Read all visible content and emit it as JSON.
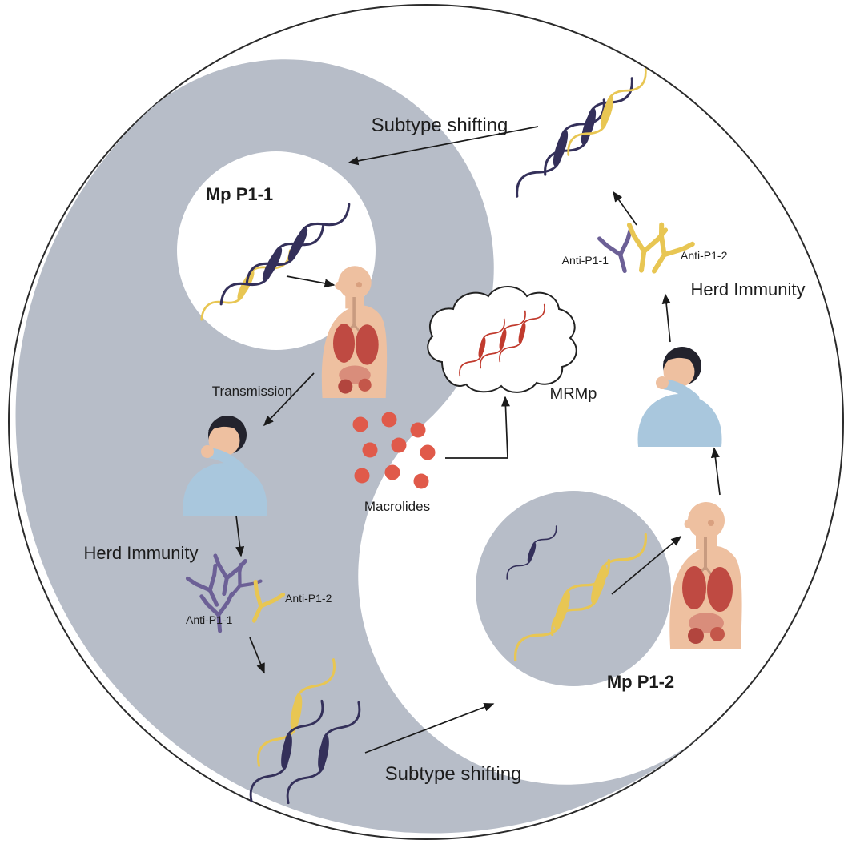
{
  "diagram": {
    "labels": {
      "subtype_shifting_top": "Subtype shifting",
      "mp_p1_1": "Mp P1-1",
      "transmission": "Transmission",
      "herd_immunity_left": "Herd Immunity",
      "anti_p1_1_left": "Anti-P1-1",
      "anti_p1_2_left": "Anti-P1-2",
      "subtype_shifting_bottom": "Subtype shifting",
      "mp_p1_2": "Mp P1-2",
      "mrmp": "MRMp",
      "macrolides": "Macrolides",
      "anti_p1_1_right": "Anti-P1-1",
      "anti_p1_2_right": "Anti-P1-2",
      "herd_immunity_right": "Herd Immunity"
    },
    "colors": {
      "yin_gray": "#b7bdc8",
      "background": "#ffffff",
      "circle_outline": "#2b2b2b",
      "bacteria_navy": "#34305a",
      "bacteria_yellow": "#e8c653",
      "bacteria_red": "#c13b2e",
      "antibody_purple": "#6c6096",
      "antibody_yellow": "#e8c653",
      "macrolide_dot": "#e05a4a",
      "skin": "#eec0a0",
      "shirt_blue": "#a9c7dd",
      "lung_red": "#bf4a42",
      "text": "#1c1c1c"
    }
  }
}
